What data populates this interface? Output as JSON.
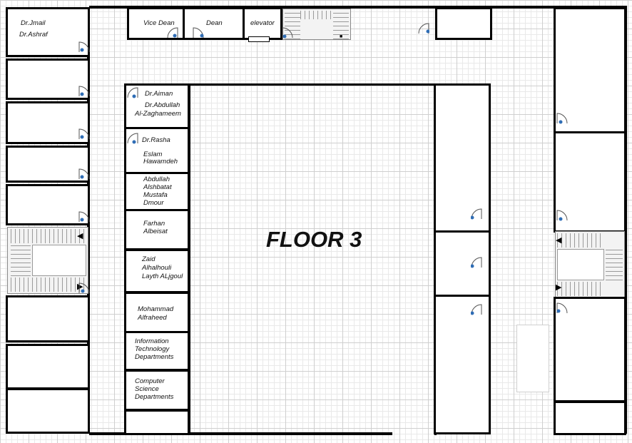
{
  "title": "FLOOR 3",
  "top_offices": {
    "vice_dean": "Vice Dean",
    "dean": "Dean",
    "elevator": "elevator"
  },
  "left_offices": {
    "office1_line1": "Dr.Jmail",
    "office1_line2": "Dr.Ashraf"
  },
  "column_offices": {
    "office1_line1": "Dr.Aiman",
    "office1_line2": "Dr.Abdullah",
    "office1_line3": "Al-Zaghameem",
    "office2_line1": "Dr.Rasha",
    "office2_line2": "Eslam",
    "office2_line3": "Hawamdeh",
    "office3_line1": "Abdullah",
    "office3_line2": "Alshbatat",
    "office3_line3": "Mustafa",
    "office3_line4": "Dmour",
    "office4_line1": "Farhan",
    "office4_line2": "Albeisat",
    "office5_line1": "Zaid",
    "office5_line2": "Alhalhouli",
    "office5_line3": "Layth ALjgoul",
    "office6_line1": "Mohammad",
    "office6_line2": "Alfraheed",
    "office7_line1": "Information",
    "office7_line2": "Technology",
    "office7_line3": "Departments",
    "office8_line1": "Computer",
    "office8_line2": "Science",
    "office8_line3": "Departments"
  },
  "colors": {
    "wall": "#000000",
    "grid_major": "#cfcfcf",
    "grid_minor": "#e9e9e9",
    "door_marker": "#2f6db5"
  }
}
